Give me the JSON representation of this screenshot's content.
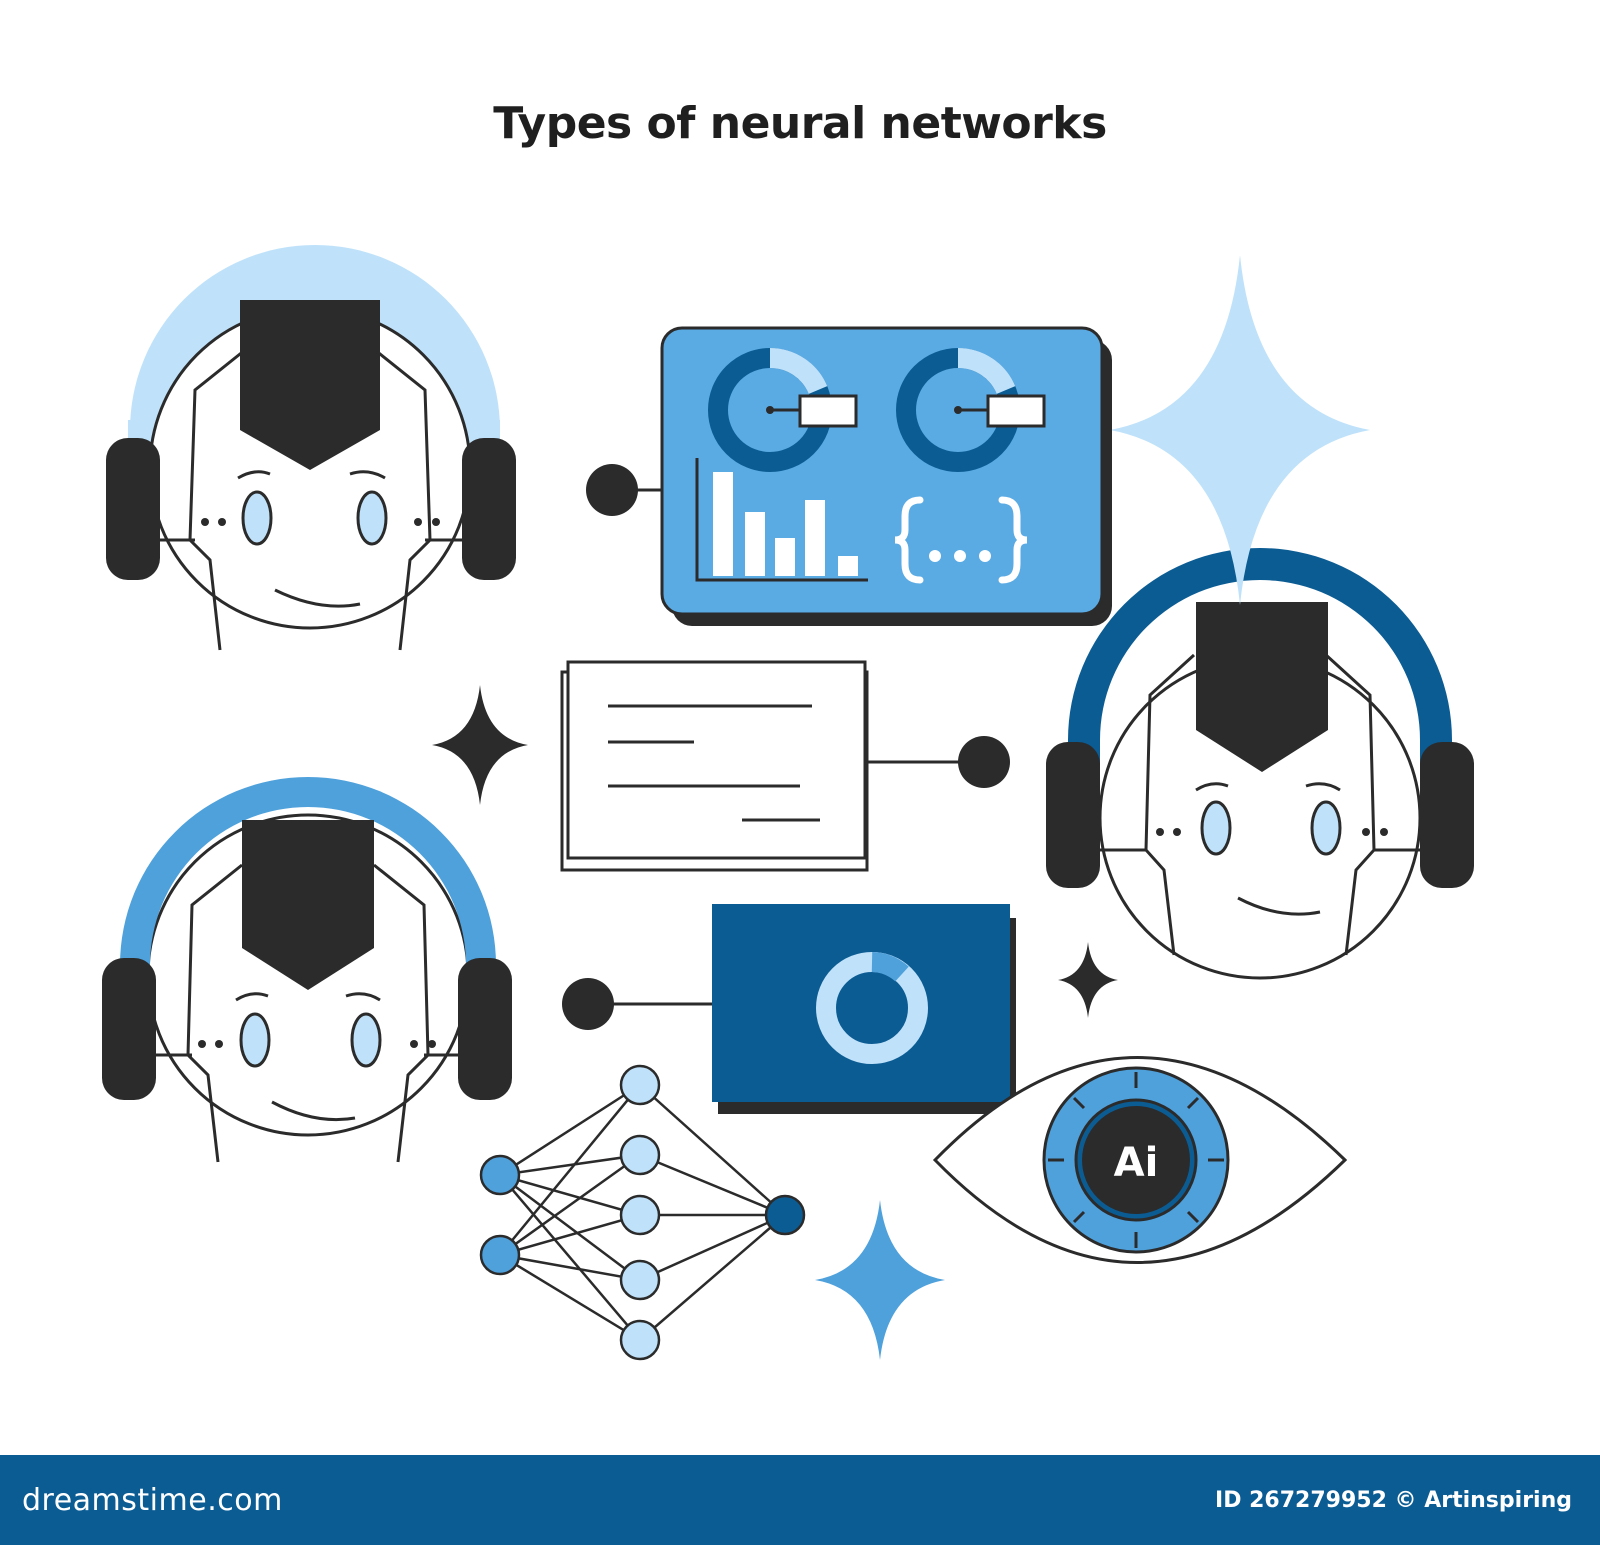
{
  "title": "Types of neural networks",
  "eye_label": "Ai",
  "footer": {
    "logo_text": "dreamstime.com",
    "credit": "ID 267279952 © Artinspiring"
  },
  "colors": {
    "dark_blue": "#0c5c94",
    "mid_blue": "#4fa1dc",
    "light_blue": "#bfe2fa",
    "dark": "#2b2b2b",
    "background": "#ffffff"
  },
  "icons": [
    "robot-head-icon",
    "dashboard-panel-icon",
    "text-card-icon",
    "image-card-icon",
    "neural-network-icon",
    "ai-eye-icon",
    "sparkle-icon"
  ]
}
